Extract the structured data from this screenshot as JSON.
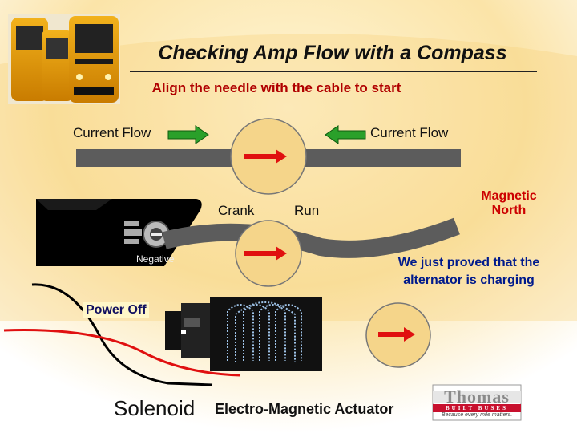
{
  "slide": {
    "title": "Checking Amp Flow with a Compass",
    "subtitle": "Align the needle with the cable to start",
    "current_flow_left": "Current Flow",
    "current_flow_right": "Current Flow",
    "crank_label": "Crank",
    "run_label": "Run",
    "magnetic_north_line1": "Magnetic",
    "magnetic_north_line2": "North",
    "negative_label": "Negative",
    "proved_line1": "We just proved that the",
    "proved_line2": "alternator is charging",
    "power_off_label": "Power Off",
    "solenoid_label": "Solenoid",
    "actuator_label": "Electro-Magnetic Actuator",
    "logo_name": "Thomas",
    "logo_sub": "BUILT BUSES",
    "logo_tagline": "Because every mile matters."
  },
  "colors": {
    "arrow_green": "#2aa02a",
    "needle_red": "#e01010",
    "compass_fill": "#f5d58a",
    "cable_gray": "#5c5c5c",
    "title_dark": "#111111",
    "subtitle_red": "#b00000",
    "magnetic_red": "#cc0000",
    "text_blue": "#001a8c"
  },
  "icons": [
    "school-bus-photo",
    "battery-terminal-icon",
    "solenoid-coil-icon",
    "thomas-logo"
  ]
}
